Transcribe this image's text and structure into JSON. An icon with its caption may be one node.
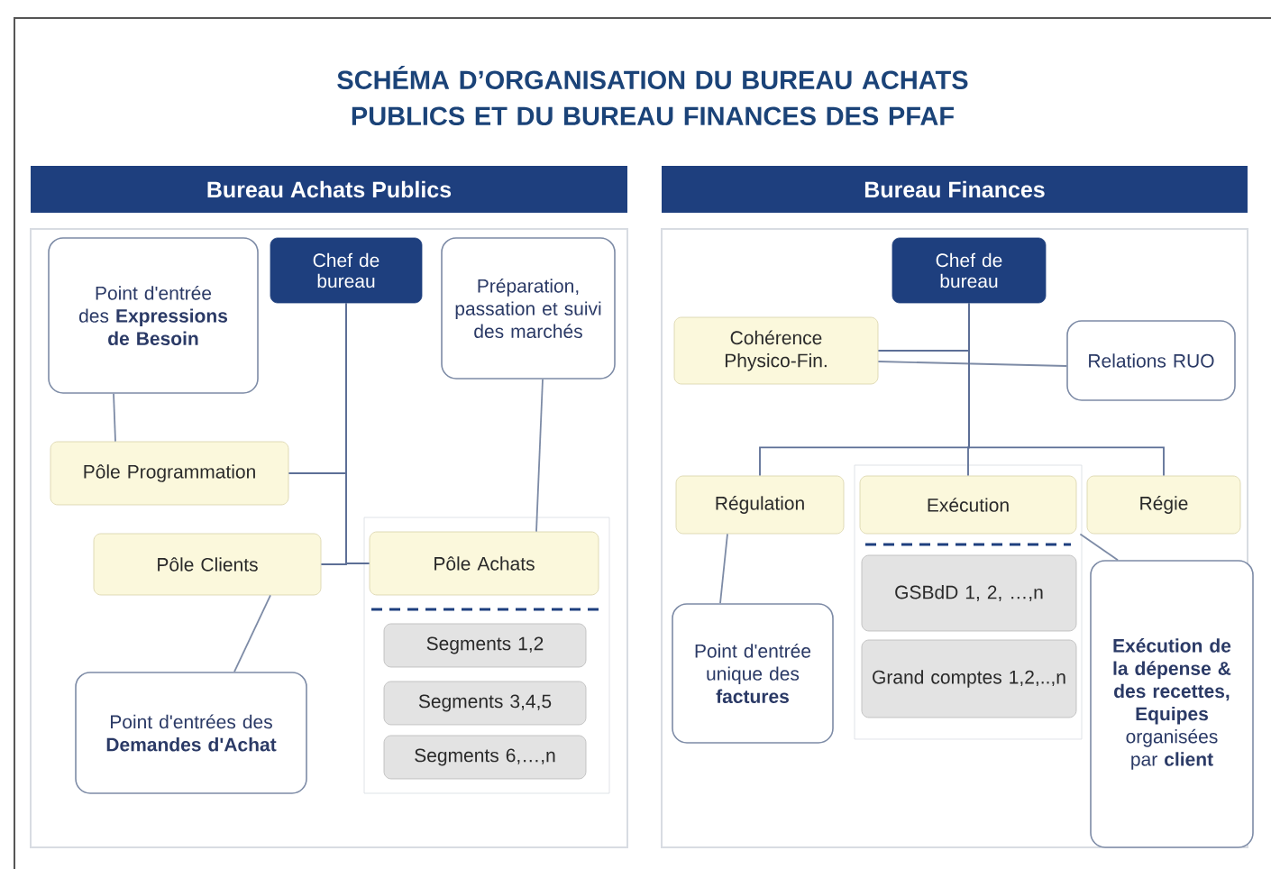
{
  "diagram": {
    "title": "SCHÉMA D’ORGANISATION DU BUREAU ACHATS PUBLICS ET DU BUREAU FINANCES DES PFAF",
    "nodes": [
      {
        "text": [
          "Bureau Achats Publics"
        ]
      },
      {
        "text": [
          "Point d'entrée des **Expressions de Besoin**"
        ],
        "in": 0
      },
      {
        "text": [
          "Chef de bureau"
        ],
        "in": 0
      },
      {
        "text": [
          "Préparation, passation et suivi des marchés"
        ],
        "in": 0
      },
      {
        "text": [
          "Pôle Programmation"
        ],
        "in": 0
      },
      {
        "text": [
          "Pôle Clients"
        ],
        "in": 0
      },
      {
        "text": [],
        "shape": "box",
        "in": 0
      },
      {
        "text": [
          "Pôle Achats"
        ],
        "in": 6
      },
      {
        "text": [
          "Segments 1,2"
        ],
        "in": 6
      },
      {
        "text": [
          "Segments 3,4,5"
        ],
        "in": 6
      },
      {
        "text": [
          "Segments 6,…,n"
        ],
        "in": 6
      },
      {
        "text": [
          "Point d'entrées des **Demandes d'Achat**"
        ],
        "in": 0
      },
      {
        "text": [
          "Bureau Finances"
        ]
      },
      {
        "text": [
          "Chef de bureau"
        ],
        "in": 12
      },
      {
        "text": [
          "Cohérence Physico-Fin."
        ],
        "in": 12
      },
      {
        "text": [
          "Relations RUO"
        ],
        "in": 12
      },
      {
        "text": [
          "Régulation"
        ],
        "in": 12
      },
      {
        "text": [],
        "shape": "box",
        "in": 12
      },
      {
        "text": [
          "Exécution"
        ],
        "in": 17
      },
      {
        "text": [
          "GSBdD 1, 2, …,n"
        ],
        "in": 17
      },
      {
        "text": [
          "Grand comptes 1,2,..,n"
        ],
        "in": 17
      },
      {
        "text": [
          "Régie"
        ],
        "in": 12
      },
      {
        "text": [
          "Point d'entrée unique des **factures**"
        ],
        "in": 12
      },
      {
        "text": [
          "**Exécution de la dépense & des recettes, Equipes** organisées par **client**"
        ],
        "in": 12
      }
    ],
    "edges": [
      {
        "from": 2,
        "to": 4,
        "arrow": "none"
      },
      {
        "from": 2,
        "to": 5,
        "arrow": "none"
      },
      {
        "from": 2,
        "to": 7,
        "arrow": "none"
      },
      {
        "from": 1,
        "to": 4,
        "arrow": "none"
      },
      {
        "from": 3,
        "to": 7,
        "arrow": "none"
      },
      {
        "from": 11,
        "to": 5,
        "arrow": "none"
      },
      {
        "from": 13,
        "to": 14,
        "arrow": "none"
      },
      {
        "from": 15,
        "to": 14,
        "arrow": "none"
      },
      {
        "from": 13,
        "to": 16,
        "arrow": "none"
      },
      {
        "from": 13,
        "to": 18,
        "arrow": "none"
      },
      {
        "from": 13,
        "to": 21,
        "arrow": "none"
      },
      {
        "from": 22,
        "to": 16,
        "arrow": "none"
      },
      {
        "from": 23,
        "to": 18,
        "arrow": "none"
      }
    ]
  }
}
